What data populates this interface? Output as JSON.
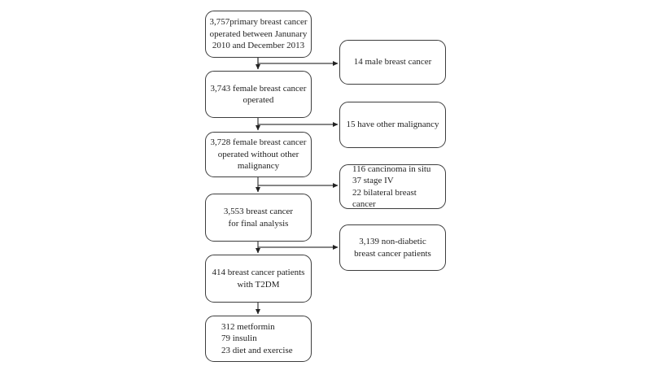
{
  "figure": {
    "type": "patient-selection-flowchart",
    "background_color": "#ffffff",
    "line_color": "#3d3d3d",
    "text_color": "#1f1f1f"
  },
  "flow": {
    "main_boxes": [
      {
        "id": "total-operated",
        "text": "3,757primary breast cancer\noperated between Janunary\n2010 and December 2013"
      },
      {
        "id": "female-operated",
        "text": "3,743 female breast cancer\noperated"
      },
      {
        "id": "no-other-malignancy",
        "text": "3,728 female breast cancer\noperated without other\nmalignancy"
      },
      {
        "id": "final-analysis",
        "text": "3,553 breast cancer\nfor final analysis"
      },
      {
        "id": "t2dm-patients",
        "text": "414 breast cancer patients\nwith T2DM"
      },
      {
        "id": "treatment-split",
        "text": "312 metformin\n79 insulin\n23 diet and exercise"
      }
    ],
    "exclusion_boxes": [
      {
        "id": "male-breast-cancer",
        "text": "14 male breast cancer"
      },
      {
        "id": "other-malignancy",
        "text": "15 have other malignancy"
      },
      {
        "id": "insitu-stage4-bilateral",
        "text": "116 cancinoma in situ\n37 stage IV\n22 bilateral breast cancer"
      },
      {
        "id": "non-diabetic",
        "text": "3,139 non-diabetic\nbreast cancer patients"
      }
    ]
  }
}
